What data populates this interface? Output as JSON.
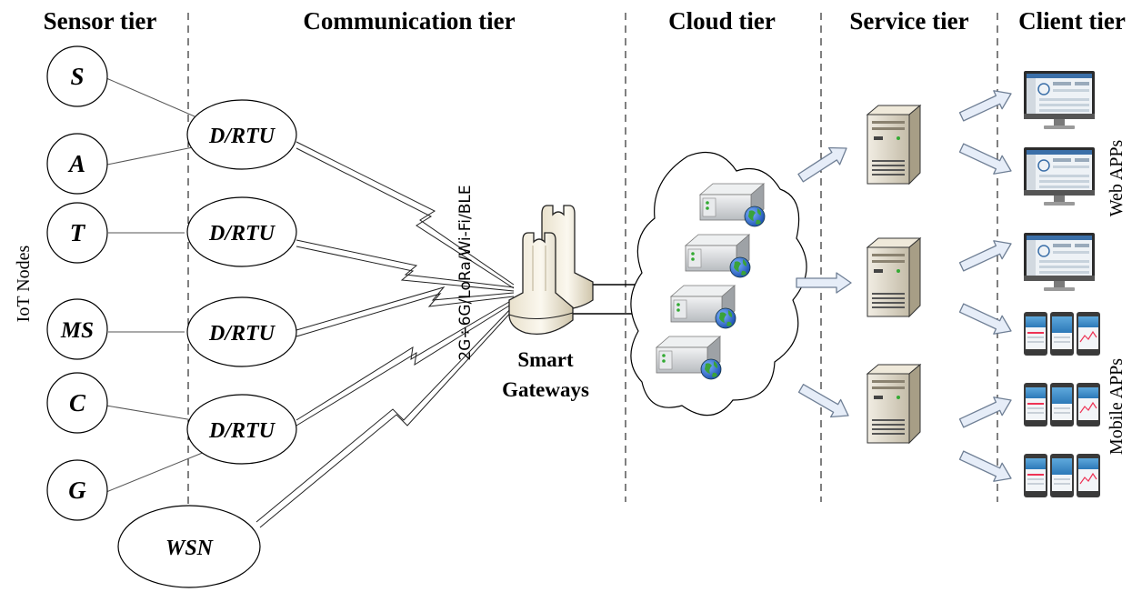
{
  "tiers": {
    "sensor": "Sensor tier",
    "communication": "Communication tier",
    "cloud": "Cloud tier",
    "service": "Service tier",
    "client": "Client tier"
  },
  "side_labels": {
    "iot_nodes": "IoT Nodes",
    "web_apps": "Web APPs",
    "mobile_apps": "Mobile APPs"
  },
  "sensor_nodes": [
    "S",
    "A",
    "T",
    "MS",
    "C",
    "G"
  ],
  "rtu_nodes": [
    "D/RTU",
    "D/RTU",
    "D/RTU",
    "D/RTU"
  ],
  "wsn": "WSN",
  "protocols": "2G÷6G/LoRa/Wi-Fi/BLE",
  "gateway": {
    "line1": "Smart",
    "line2": "Gateways"
  },
  "colors": {
    "line": "#000000",
    "server_body": "#c9c2b0",
    "rack": "#d5d7d9",
    "globe_blue": "#2a5fc4",
    "globe_green": "#3aa23a",
    "arrow_fill": "#e6edf8",
    "arrow_stroke": "#6f7f95"
  }
}
